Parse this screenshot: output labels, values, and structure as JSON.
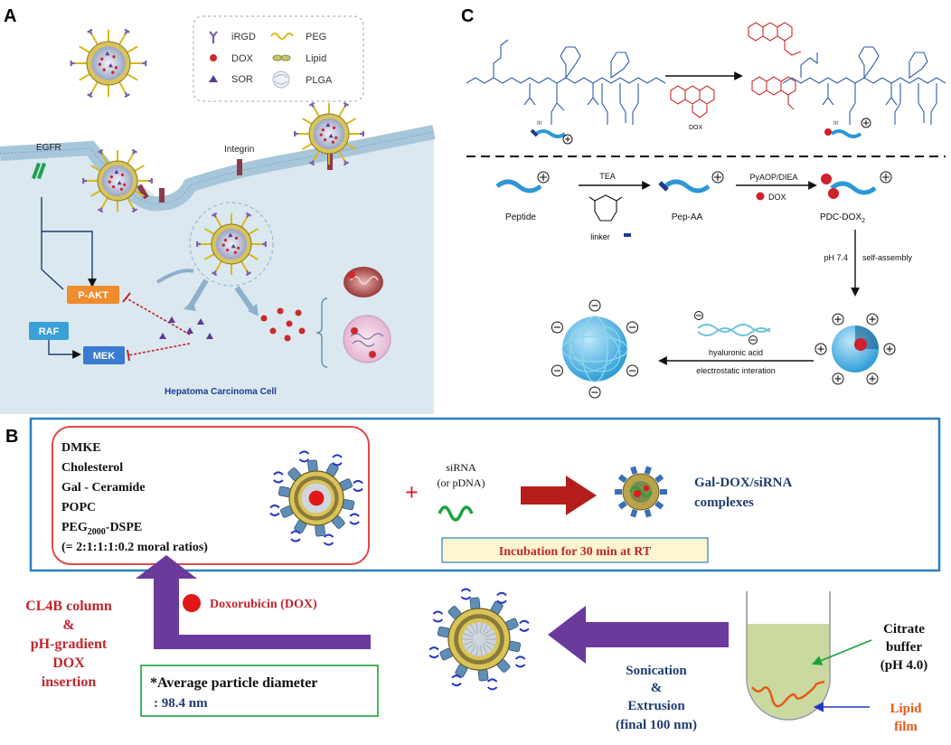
{
  "panels": {
    "a": {
      "letter": "A",
      "legend": {
        "irgd": "iRGD",
        "dox": "DOX",
        "sor": "SOR",
        "peg": "PEG",
        "lipid": "Lipid",
        "plga": "PLGA"
      },
      "labels": {
        "egfr": "EGFR",
        "integrin": "Integrin",
        "pakt": "P-AKT",
        "raf": "RAF",
        "mek": "MEK",
        "cell": "Hepatoma Carcinoma Cell"
      }
    },
    "b": {
      "letter": "B",
      "formulation": [
        "DMKE",
        "Cholesterol",
        "Gal - Ceramide",
        "POPC",
        "PEG2000-DSPE",
        "(= 2:1:1:1:0.2 moral ratios)"
      ],
      "sirna": "siRNA",
      "pdna": "(or pDNA)",
      "complex_line1": "Gal-DOX/siRNA",
      "complex_line2": "complexes",
      "incubation": "Incubation for 30 min at RT",
      "dox_label": "Doxorubicin (DOX)",
      "column": [
        "CL4B column",
        "&",
        "pH-gradient",
        "DOX",
        "insertion"
      ],
      "diameter_line1": "*Average particle diameter",
      "diameter_line2": ": 98.4 nm",
      "sonication": [
        "Sonication",
        "&",
        "Extrusion",
        "(final 100 nm)"
      ],
      "citrate": [
        "Citrate",
        "buffer",
        "(pH 4.0)"
      ],
      "lipid_film": [
        "Lipid",
        "film"
      ]
    },
    "c": {
      "letter": "C",
      "labels": {
        "iii_left": "III",
        "dox_top": "DOX",
        "iii_right": "III",
        "tea": "TEA",
        "peptide": "Peptide",
        "linker": "linker",
        "pepaa": "Pep-AA",
        "pyaop": "PyAOP/DIEA",
        "dox_mid": "DOX",
        "pdc": "PDC-DOX",
        "pdc_sub": "2",
        "ph": "pH 7.4",
        "self_assembly": "self-assembly",
        "ha": "hyaluronic acid",
        "electro": "electrostatic interation"
      }
    }
  },
  "colors": {
    "peg": "#d9b81e",
    "dox": "#cc2a2a",
    "sor": "#5b3a93",
    "irgd": "#7b5fa6",
    "cell_bg": "#dbe8f0",
    "membrane": "#a8c6da",
    "arrow_purple": "#6a3a9c",
    "arrow_red": "#b51d1d",
    "box_red": "#e04848",
    "box_blue": "#2b7fc3",
    "text_navy": "#1f3c6e",
    "text_red": "#c0262c",
    "peptide_blue": "#2c97d6"
  }
}
